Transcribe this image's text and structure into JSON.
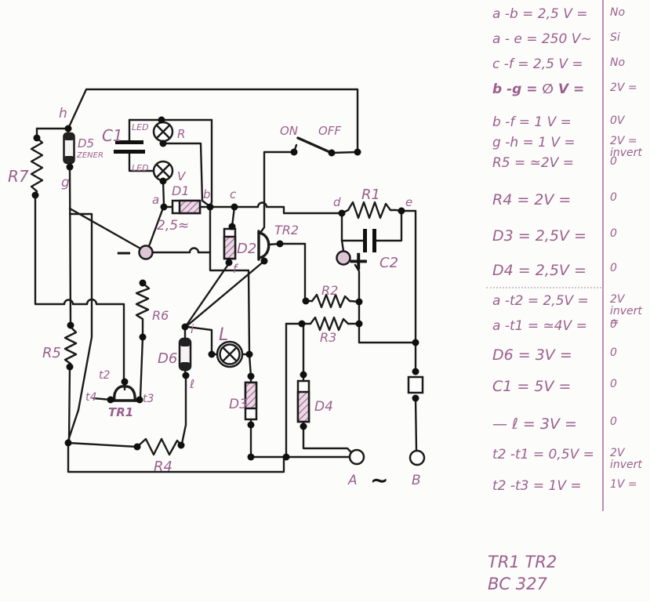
{
  "panel": {
    "measurements": [
      {
        "label": "a -b = 2,5 V =",
        "value": "No"
      },
      {
        "label": "a - e = 250 V∼",
        "value": "Si"
      },
      {
        "label": "c -f = 2,5 V =",
        "value": "No"
      },
      {
        "label": "b -g = ∅ V =",
        "value": "2V ="
      },
      {
        "label": "b -f = 1 V =",
        "value": "0V"
      },
      {
        "label": "g -h = 1 V =",
        "value": "2V = invert"
      },
      {
        "label": "R5 = ≃2V =",
        "value": "0"
      },
      {
        "label": "R4 = 2V =",
        "value": "0"
      },
      {
        "label": "D3 = 2,5V =",
        "value": "0"
      },
      {
        "label": "D4 = 2,5V =",
        "value": "0"
      },
      {
        "label": "a -t2 = 2,5V =",
        "value": "2V invert ="
      },
      {
        "label": "a -t1 = ≃4V =",
        "value": "0"
      },
      {
        "label": "D6 = 3V =",
        "value": "0"
      },
      {
        "label": "C1 = 5V =",
        "value": "0"
      },
      {
        "label": "— ℓ = 3V =",
        "value": "0"
      },
      {
        "label": "t2 -t1 = 0,5V =",
        "value": "2V invert"
      },
      {
        "label": "t2 -t3 = 1V =",
        "value": "1V ="
      }
    ],
    "note_line1": "TR1  TR2",
    "note_line2": "BC 327"
  },
  "schematic": {
    "labels": {
      "r7": "R7",
      "d5": "D5",
      "zener": "ZENER",
      "c1": "C1",
      "led_top": "LED",
      "led_top_color": "R",
      "led_bottom": "LED",
      "led_bottom_color": "V",
      "d1": "D1",
      "d1_drop": "2,5≈",
      "d2": "D2",
      "tr2": "TR2",
      "sw_on": "ON",
      "sw_off": "OFF",
      "r1": "R1",
      "c2": "C2",
      "r2": "R2",
      "r3": "R3",
      "r5": "R5",
      "r6": "R6",
      "d6": "D6",
      "tr1": "TR1",
      "r4": "R4",
      "lamp": "L",
      "d3": "D3",
      "d4": "D4",
      "term_a": "A",
      "term_b": "B",
      "ac": "∼",
      "minus": "−",
      "plus": "+"
    },
    "nodes": {
      "a": "a",
      "b": "b",
      "c": "c",
      "d": "d",
      "e": "e",
      "f": "f",
      "g": "g",
      "h": "h",
      "i": "i",
      "l": "ℓ",
      "t2": "t2",
      "t4": "t4",
      "t3": "t3"
    }
  },
  "colors": {
    "ink": "#1b1b1b",
    "handwriting": "#9b5f8c"
  }
}
